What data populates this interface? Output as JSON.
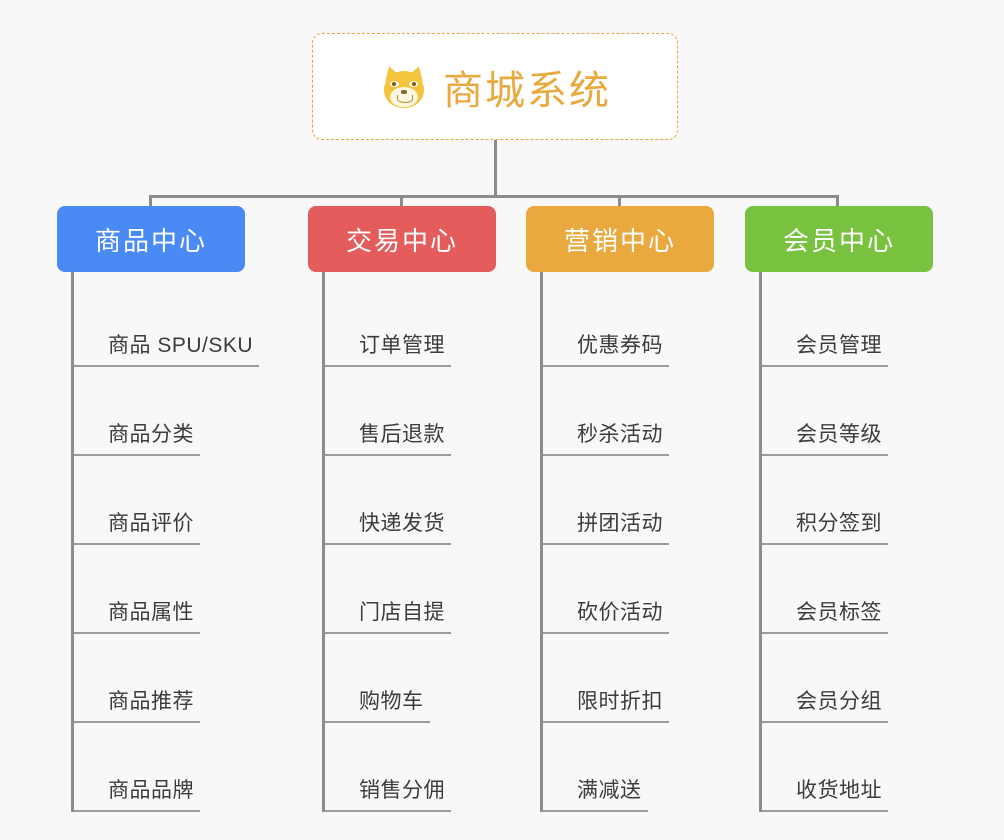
{
  "page": {
    "background_color": "#f8f8f8",
    "line_color": "#8c8c8c",
    "leaf_underline_color": "#9b9b9b",
    "leaf_text_color": "#3c3c3c"
  },
  "root": {
    "icon": "dog-face-icon",
    "title": "商城系统",
    "title_color": "#e8a93f",
    "border_color": "#e8a33d",
    "background_color": "#ffffff"
  },
  "branches": [
    {
      "id": "product-center",
      "label": "商品中心",
      "color": "#4a8af4",
      "items": [
        {
          "label": "商品 SPU/SKU"
        },
        {
          "label": "商品分类"
        },
        {
          "label": "商品评价"
        },
        {
          "label": "商品属性"
        },
        {
          "label": "商品推荐"
        },
        {
          "label": "商品品牌"
        }
      ]
    },
    {
      "id": "trade-center",
      "label": "交易中心",
      "color": "#e45c5c",
      "items": [
        {
          "label": "订单管理"
        },
        {
          "label": "售后退款"
        },
        {
          "label": "快递发货"
        },
        {
          "label": "门店自提"
        },
        {
          "label": "购物车"
        },
        {
          "label": "销售分佣"
        }
      ]
    },
    {
      "id": "marketing-center",
      "label": "营销中心",
      "color": "#eaa93f",
      "items": [
        {
          "label": "优惠券码"
        },
        {
          "label": "秒杀活动"
        },
        {
          "label": "拼团活动"
        },
        {
          "label": "砍价活动"
        },
        {
          "label": "限时折扣"
        },
        {
          "label": "满减送"
        }
      ]
    },
    {
      "id": "member-center",
      "label": "会员中心",
      "color": "#79c23f",
      "items": [
        {
          "label": "会员管理"
        },
        {
          "label": "会员等级"
        },
        {
          "label": "积分签到"
        },
        {
          "label": "会员标签"
        },
        {
          "label": "会员分组"
        },
        {
          "label": "收货地址"
        }
      ]
    }
  ]
}
